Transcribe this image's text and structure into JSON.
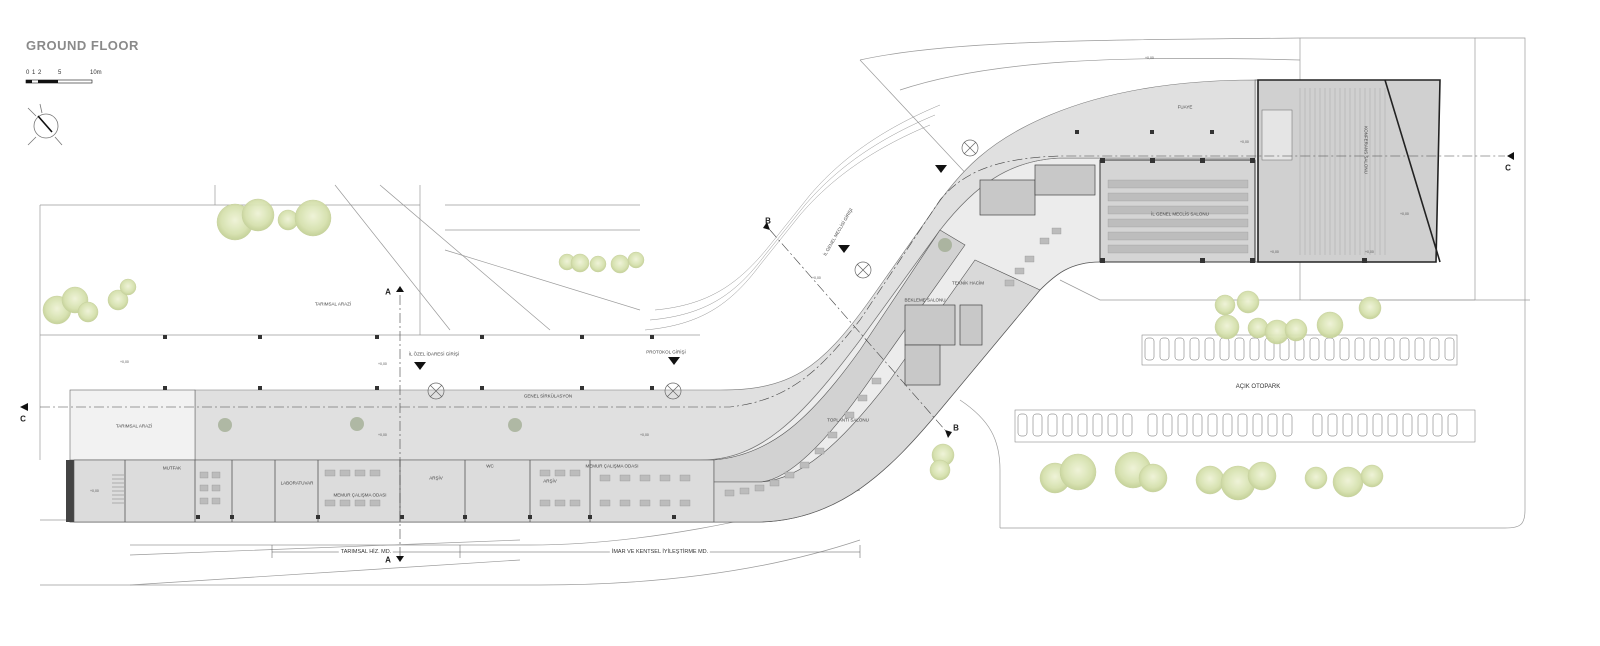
{
  "title": "GROUND FLOOR",
  "scale": {
    "ticks": [
      "0",
      "1",
      "2",
      "5",
      "10m"
    ]
  },
  "section_markers": {
    "a": "A",
    "b": "B",
    "c": "C"
  },
  "level_mark": "+0,00",
  "labels": {
    "parking_road_top": "TARIMSAL ARAZİ",
    "parking_road_left": "TARIMSAL ARAZİ",
    "entrance_1": "İL ÖZEL İDARESİ GİRİŞİ",
    "entrance_2": "PROTOKOL GİRİŞİ",
    "entrance_3": "İL GENEL MECLİSİ GİRİŞİ",
    "corridor": "GENEL SİRKÜLASYON",
    "laboratory": "LABORATUVAR",
    "kitchen": "MUTFAK",
    "office_1": "MEMUR ÇALIŞMA ODASI",
    "office_2": "MEMUR ÇALIŞMA ODASI",
    "archive_1": "ARŞİV",
    "archive_2": "ARŞİV",
    "wc": "WC",
    "council_hall": "İL GENEL MECLİS SALONU",
    "conference": "KONFERANS SALONU",
    "foyer": "FUAYE",
    "meeting_room": "TOPLANTI SALONU",
    "waiting": "BEKLEME SALONU",
    "tech_room": "TEKNİK HACİM",
    "open_parking": "AÇIK OTOPARK",
    "dept_1": "TARIMSAL HİZ. MD.",
    "dept_2": "İMAR VE KENTSEL İYİLEŞTİRME MD."
  }
}
